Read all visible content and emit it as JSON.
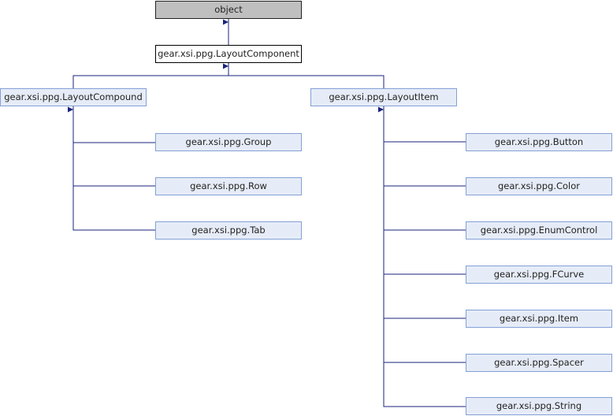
{
  "nodes": {
    "object": "object",
    "layout_component": "gear.xsi.ppg.LayoutComponent",
    "layout_compound": "gear.xsi.ppg.LayoutCompound",
    "layout_item": "gear.xsi.ppg.LayoutItem",
    "group": "gear.xsi.ppg.Group",
    "row": "gear.xsi.ppg.Row",
    "tab": "gear.xsi.ppg.Tab",
    "button": "gear.xsi.ppg.Button",
    "color": "gear.xsi.ppg.Color",
    "enum_control": "gear.xsi.ppg.EnumControl",
    "fcurve": "gear.xsi.ppg.FCurve",
    "item": "gear.xsi.ppg.Item",
    "spacer": "gear.xsi.ppg.Spacer",
    "string": "gear.xsi.ppg.String"
  },
  "colors": {
    "edge": "#1a237e",
    "node_fill": "#e6ecf7",
    "node_border": "#84a0d6",
    "root_fill": "#bfbfbf"
  }
}
